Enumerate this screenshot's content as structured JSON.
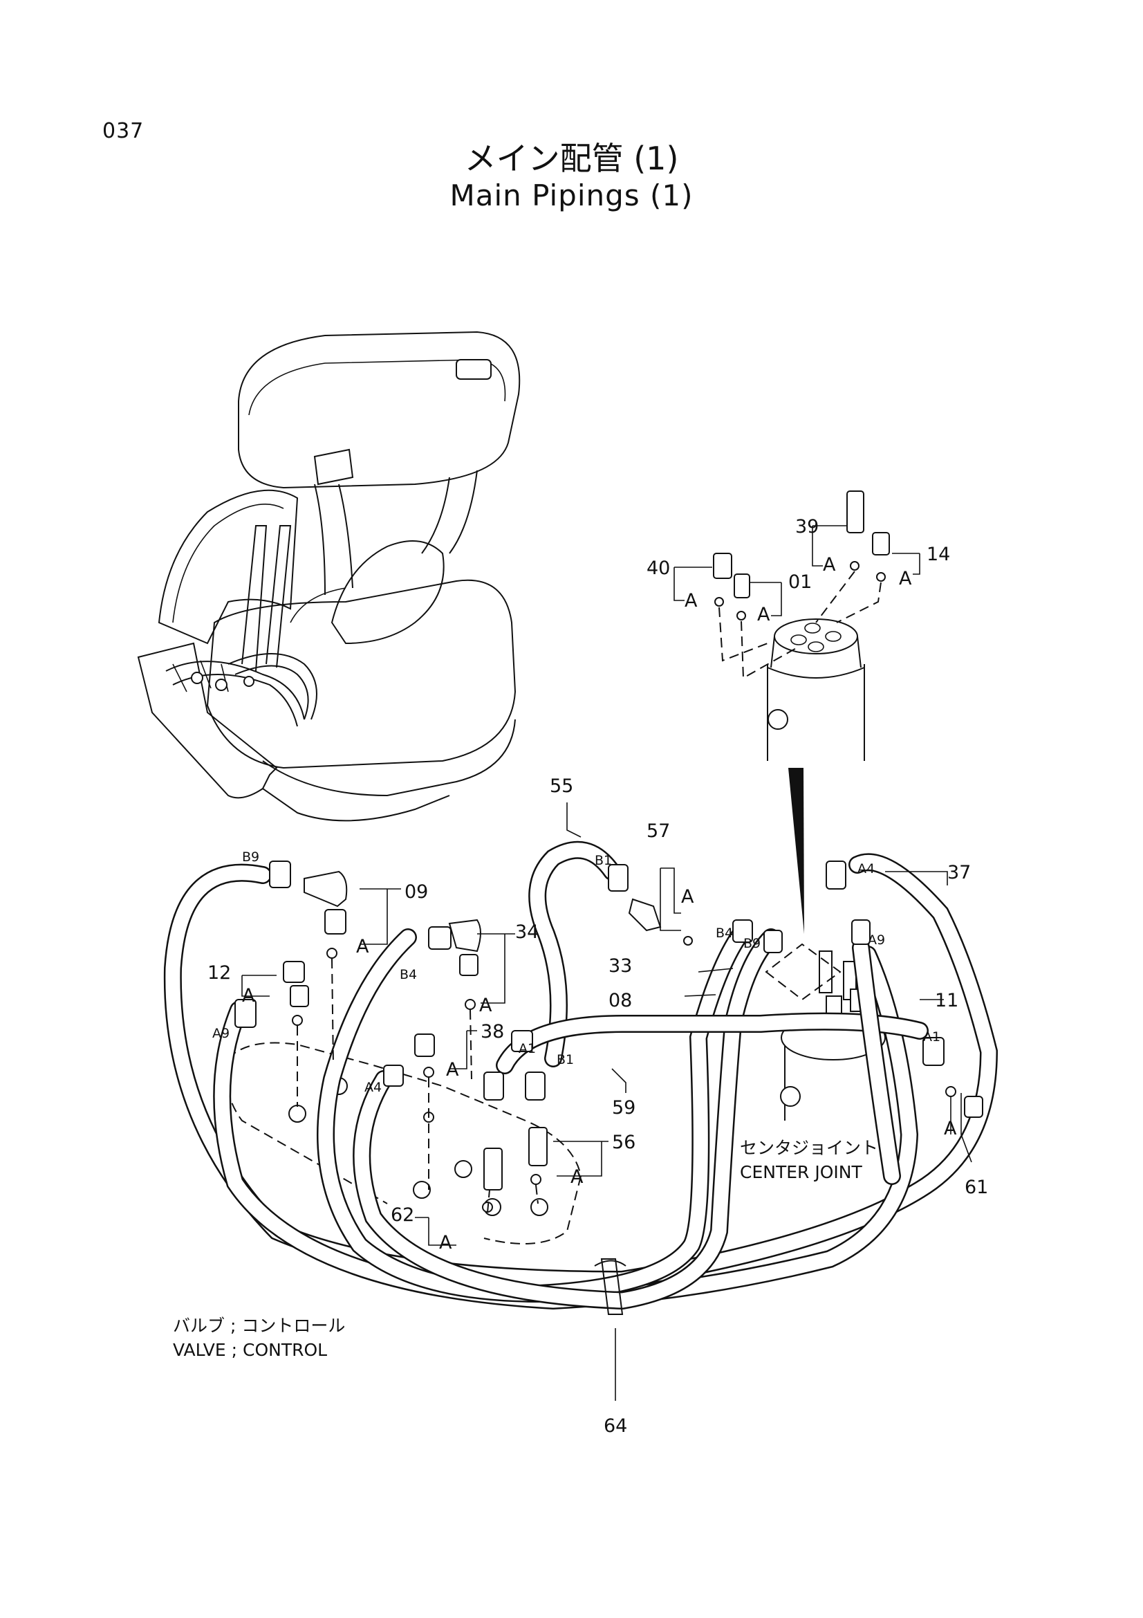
{
  "page_number": "037",
  "title_jp": "メイン配管 (1)",
  "title_en": "Main Pipings (1)",
  "callouts": {
    "p01": "01",
    "p08": "08",
    "p09": "09",
    "p11": "11",
    "p12": "12",
    "p14": "14",
    "p33": "33",
    "p34": "34",
    "p37": "37",
    "p38": "38",
    "p39": "39",
    "p40": "40",
    "p55": "55",
    "p56": "56",
    "p57": "57",
    "p59": "59",
    "p61": "61",
    "p62": "62",
    "p64": "64"
  },
  "port_marks": {
    "a": "A",
    "a1": "A1",
    "a4": "A4",
    "a9": "A9",
    "b1": "B1",
    "b4": "B4",
    "b9": "B9"
  },
  "captions": {
    "center_joint_jp": "センタジョイント",
    "center_joint_en": "CENTER JOINT",
    "valve_jp": "バルブ ; コントロール",
    "valve_en": "VALVE ; CONTROL"
  }
}
